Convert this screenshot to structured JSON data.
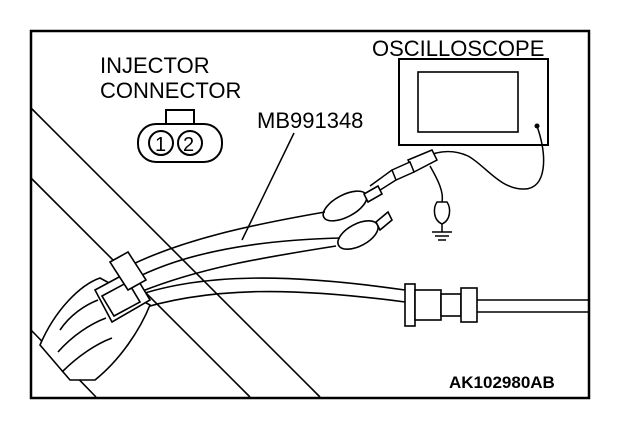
{
  "labels": {
    "oscilloscope": "OSCILLOSCOPE",
    "injector_line1": "INJECTOR",
    "injector_line2": "CONNECTOR",
    "tool": "MB991348",
    "figure_id": "AK102980AB"
  },
  "connector": {
    "pins": [
      "1",
      "2"
    ]
  },
  "colors": {
    "line": "#000000",
    "background": "#ffffff"
  }
}
